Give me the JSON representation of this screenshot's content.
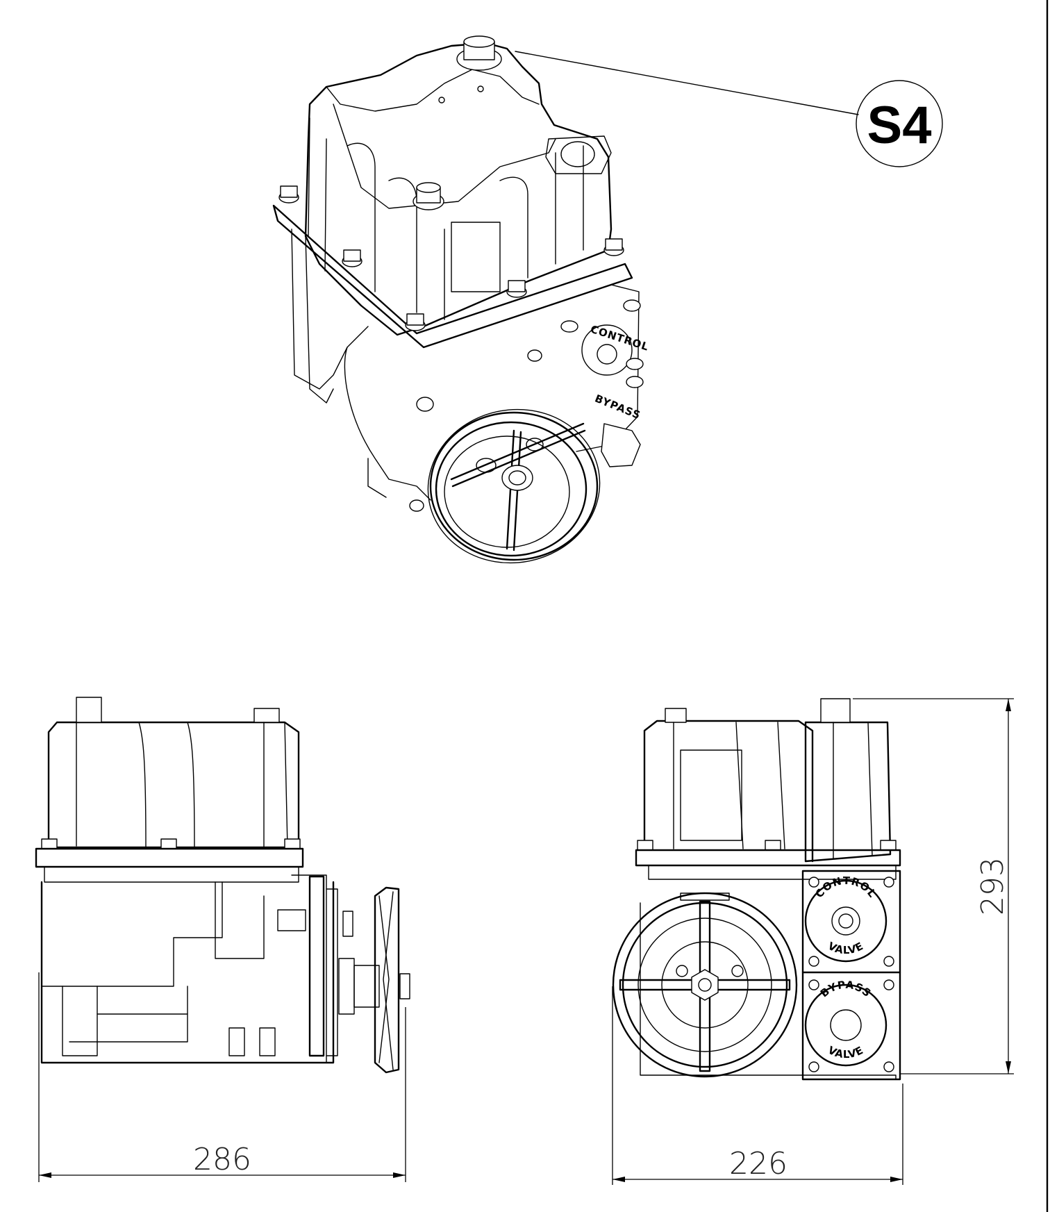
{
  "callout": {
    "label": "S4"
  },
  "dimensions": {
    "side_width": "286",
    "front_width": "226",
    "front_height": "293"
  },
  "valves": {
    "control_top": "CONTROL",
    "control_bottom": "VALVE",
    "bypass_top": "BYPASS",
    "bypass_bottom": "VALVE",
    "iso_bypass": "BYPASS",
    "iso_control": "CONTROL"
  }
}
